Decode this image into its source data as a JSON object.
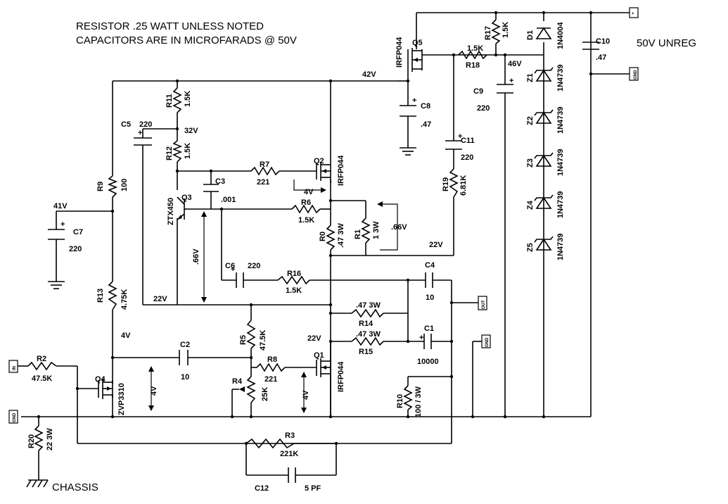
{
  "notes": {
    "line1": "RESISTOR  .25 WATT UNLESS NOTED",
    "line2": "CAPACITORS ARE IN MICROFARADS @ 50V"
  },
  "supply": {
    "unreg": "50V UNREG",
    "chassis": "CHASSIS"
  },
  "terminals": {
    "plus": "+",
    "gnd": "GND",
    "in": "IN",
    "out": "OUT"
  },
  "components": {
    "R2": "R2",
    "R2v": "47.5K",
    "R3": "R3",
    "R3v": "221K",
    "R4": "R4",
    "R4v": "25K",
    "R5": "R5",
    "R5v": "47.5K",
    "R6": "R6",
    "R6v": "1.5K",
    "R7": "R7",
    "R7v": "221",
    "R8": "R8",
    "R8v": "221",
    "R9": "R9",
    "R9v": "100",
    "R10": "R10",
    "R10v": "100 / 3W",
    "R11": "R11",
    "R11v": "1.5K",
    "R12": "R12",
    "R12v": "1.5K",
    "R13": "R13",
    "R13v": "4.75K",
    "R14": "R14",
    "R14v": ".47 3W",
    "R15": "R15",
    "R15v": ".47 3W",
    "R16": "R16",
    "R16v": "1.5K",
    "R17": "R17",
    "R17v": "1.5K",
    "R18": "R18",
    "R18v": "1.5K",
    "R19": "R19",
    "R19v": "6.81K",
    "R20": "R20",
    "R20v": "22 3W",
    "R0": "R0",
    "R0v": ".47 3W",
    "R1": "R1",
    "R1v": "1 3W",
    "C1": "C1",
    "C1v": "10000",
    "C2": "C2",
    "C2v": "10",
    "C3": "C3",
    "C3v": ".001",
    "C4": "C4",
    "C4v": "10",
    "C5": "C5",
    "C5v": "220",
    "C6": "C6",
    "C6v": "220",
    "C7": "C7",
    "C7v": "220",
    "C8": "C8",
    "C8v": ".47",
    "C9": "C9",
    "C9v": "220",
    "C10": "C10",
    "C10v": ".47",
    "C11": "C11",
    "C11v": "220",
    "C12": "C12",
    "C12v": "5 PF",
    "Q1": "Q1",
    "Q1t": "IRFP044",
    "Q2": "Q2",
    "Q2t": "IRFP044",
    "Q3": "Q3",
    "Q3t": "ZTX450",
    "Q4": "Q4",
    "Q4t": "ZVP3310",
    "Q5": "Q5",
    "Q5t": "IRFP044",
    "D1": "D1",
    "D1t": "1N4004",
    "Z1": "Z1",
    "Z1t": "1N4739",
    "Z2": "Z2",
    "Z2t": "1N4739",
    "Z3": "Z3",
    "Z3t": "1N4739",
    "Z4": "Z4",
    "Z4t": "1N4739",
    "Z5": "Z5",
    "Z5t": "1N4739"
  },
  "voltages": {
    "v42": "42V",
    "v46": "46V",
    "v41": "41V",
    "v32": "32V",
    "v4a": "4V",
    "v4b": "4V",
    "v4c": "4V",
    "v4d": "4V",
    "v066a": ".66V",
    "v066b": ".66V",
    "v22a": "22V",
    "v22b": "22V",
    "v22c": "22V"
  }
}
